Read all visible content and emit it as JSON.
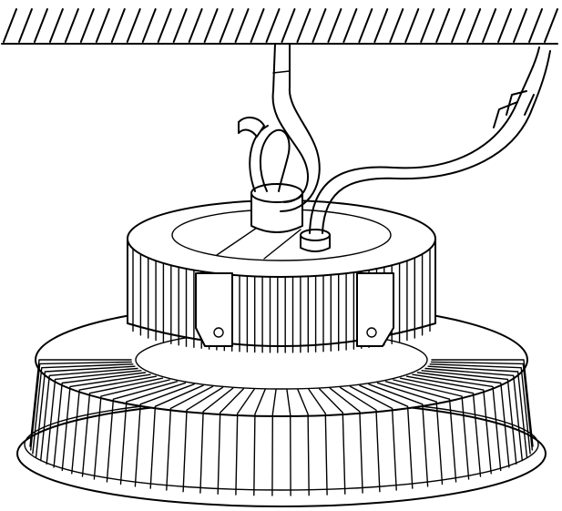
{
  "figure": {
    "subject": "",
    "colors": {
      "stroke": "#000000",
      "background": "#ffffff"
    },
    "parts": {
      "ceiling": {
        "hatch_count": 36
      },
      "lower_heatsink": {
        "fin_count": 44
      },
      "upper_heatsink": {
        "fin_count": 40
      }
    }
  }
}
